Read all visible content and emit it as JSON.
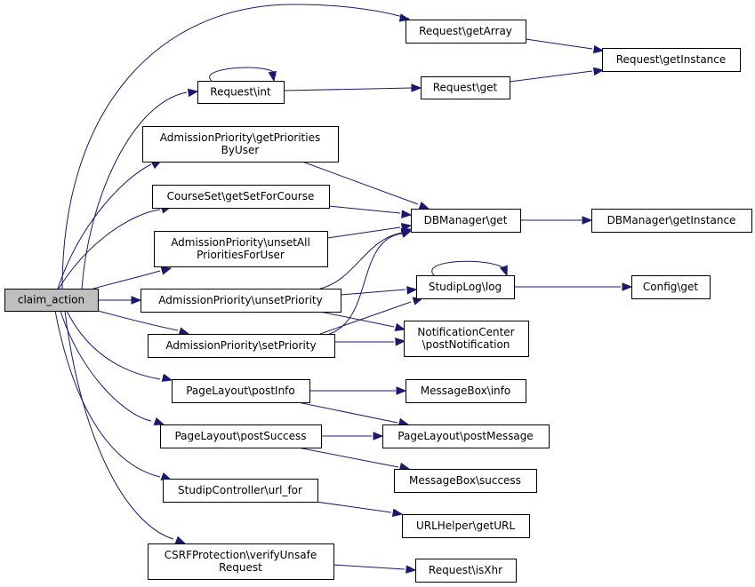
{
  "diagram": {
    "title": "claim_action call graph",
    "colors": {
      "edge": "#191970",
      "root_fill": "#bfbfbf",
      "node_fill": "#ffffff",
      "node_border": "#000000"
    },
    "nodes": [
      {
        "id": "claim_action",
        "lines": [
          "claim_action"
        ],
        "root": true
      },
      {
        "id": "req_getArray",
        "lines": [
          "Request\\getArray"
        ]
      },
      {
        "id": "req_getInstance",
        "lines": [
          "Request\\getInstance"
        ]
      },
      {
        "id": "req_int",
        "lines": [
          "Request\\int"
        ]
      },
      {
        "id": "req_get",
        "lines": [
          "Request\\get"
        ]
      },
      {
        "id": "ap_getPrio",
        "lines": [
          "AdmissionPriority\\getPriorities",
          "ByUser"
        ]
      },
      {
        "id": "cs_getSet",
        "lines": [
          "CourseSet\\getSetForCourse"
        ]
      },
      {
        "id": "db_get",
        "lines": [
          "DBManager\\get"
        ]
      },
      {
        "id": "db_getInstance",
        "lines": [
          "DBManager\\getInstance"
        ]
      },
      {
        "id": "ap_unsetAll",
        "lines": [
          "AdmissionPriority\\unsetAll",
          "PrioritiesForUser"
        ]
      },
      {
        "id": "ap_unset",
        "lines": [
          "AdmissionPriority\\unsetPriority"
        ]
      },
      {
        "id": "slog",
        "lines": [
          "StudipLog\\log"
        ]
      },
      {
        "id": "config_get",
        "lines": [
          "Config\\get"
        ]
      },
      {
        "id": "ap_set",
        "lines": [
          "AdmissionPriority\\setPriority"
        ]
      },
      {
        "id": "nc_post",
        "lines": [
          "NotificationCenter",
          "\\postNotification"
        ]
      },
      {
        "id": "pl_info",
        "lines": [
          "PageLayout\\postInfo"
        ]
      },
      {
        "id": "mb_info",
        "lines": [
          "MessageBox\\info"
        ]
      },
      {
        "id": "pl_success",
        "lines": [
          "PageLayout\\postSuccess"
        ]
      },
      {
        "id": "pl_msg",
        "lines": [
          "PageLayout\\postMessage"
        ]
      },
      {
        "id": "mb_success",
        "lines": [
          "MessageBox\\success"
        ]
      },
      {
        "id": "sc_url",
        "lines": [
          "StudipController\\url_for"
        ]
      },
      {
        "id": "url_get",
        "lines": [
          "URLHelper\\getURL"
        ]
      },
      {
        "id": "csrf",
        "lines": [
          "CSRFProtection\\verifyUnsafe",
          "Request"
        ]
      },
      {
        "id": "req_isXhr",
        "lines": [
          "Request\\isXhr"
        ]
      }
    ],
    "edges": [
      [
        "claim_action",
        "req_getArray"
      ],
      [
        "claim_action",
        "req_int"
      ],
      [
        "claim_action",
        "ap_getPrio"
      ],
      [
        "claim_action",
        "cs_getSet"
      ],
      [
        "claim_action",
        "ap_unsetAll"
      ],
      [
        "claim_action",
        "ap_unset"
      ],
      [
        "claim_action",
        "ap_set"
      ],
      [
        "claim_action",
        "pl_info"
      ],
      [
        "claim_action",
        "pl_success"
      ],
      [
        "claim_action",
        "sc_url"
      ],
      [
        "claim_action",
        "csrf"
      ],
      [
        "req_getArray",
        "req_getInstance"
      ],
      [
        "req_int",
        "req_int"
      ],
      [
        "req_int",
        "req_get"
      ],
      [
        "req_get",
        "req_getInstance"
      ],
      [
        "ap_getPrio",
        "db_get"
      ],
      [
        "cs_getSet",
        "db_get"
      ],
      [
        "ap_unsetAll",
        "db_get"
      ],
      [
        "ap_unset",
        "db_get"
      ],
      [
        "ap_unset",
        "slog"
      ],
      [
        "ap_unset",
        "nc_post"
      ],
      [
        "ap_set",
        "db_get"
      ],
      [
        "ap_set",
        "slog"
      ],
      [
        "ap_set",
        "nc_post"
      ],
      [
        "db_get",
        "db_getInstance"
      ],
      [
        "slog",
        "slog"
      ],
      [
        "slog",
        "config_get"
      ],
      [
        "pl_info",
        "mb_info"
      ],
      [
        "pl_info",
        "pl_msg"
      ],
      [
        "pl_success",
        "pl_msg"
      ],
      [
        "pl_success",
        "mb_success"
      ],
      [
        "sc_url",
        "url_get"
      ],
      [
        "csrf",
        "req_isXhr"
      ]
    ]
  }
}
